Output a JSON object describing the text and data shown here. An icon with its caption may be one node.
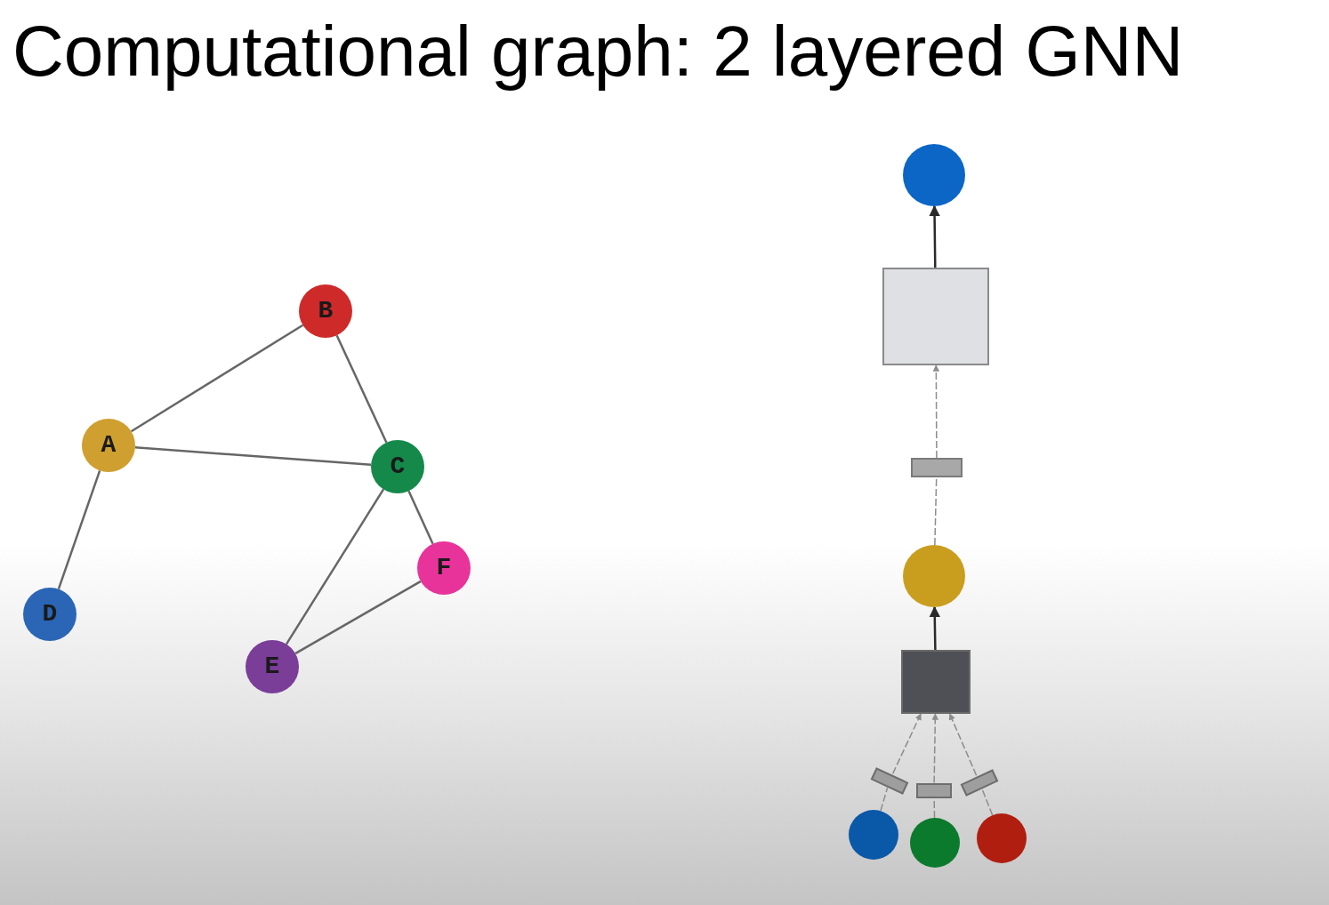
{
  "diagram": {
    "title": "Computational graph: 2 layered GNN",
    "nodes": [
      {
        "text": [
          "B"
        ]
      },
      {
        "text": [
          "A"
        ]
      },
      {
        "text": [
          "C"
        ]
      },
      {
        "text": [
          "F"
        ]
      },
      {
        "text": [
          "D"
        ]
      },
      {
        "text": [
          "E"
        ]
      },
      {
        "text": [],
        "shape": "circle"
      },
      {
        "text": [],
        "shape": "box"
      },
      {
        "text": [],
        "shape": "bar"
      },
      {
        "text": [],
        "shape": "circle"
      },
      {
        "text": [],
        "shape": "box"
      },
      {
        "text": [],
        "shape": "bar"
      },
      {
        "text": [],
        "shape": "bar"
      },
      {
        "text": [],
        "shape": "bar"
      },
      {
        "text": [],
        "shape": "circle"
      },
      {
        "text": [],
        "shape": "circle"
      },
      {
        "text": [],
        "shape": "circle"
      }
    ],
    "edges": [
      {
        "from": 1,
        "to": 0,
        "arrow": "none"
      },
      {
        "from": 0,
        "to": 2,
        "arrow": "none"
      },
      {
        "from": 1,
        "to": 2,
        "arrow": "none"
      },
      {
        "from": 1,
        "to": 4,
        "arrow": "none"
      },
      {
        "from": 2,
        "to": 5,
        "arrow": "none"
      },
      {
        "from": 2,
        "to": 3,
        "arrow": "none"
      },
      {
        "from": 5,
        "to": 3,
        "arrow": "none"
      },
      {
        "from": 7,
        "to": 6,
        "arrow": "to",
        "color": "#2a2a2a"
      },
      {
        "from": 9,
        "to": 8,
        "arrow": "none",
        "style": "dashed"
      },
      {
        "from": 8,
        "to": 7,
        "arrow": "to",
        "style": "dashed"
      },
      {
        "from": 10,
        "to": 9,
        "arrow": "to",
        "color": "#2a2a2a"
      },
      {
        "from": 14,
        "to": 11,
        "arrow": "none",
        "style": "dashed"
      },
      {
        "from": 11,
        "to": 10,
        "arrow": "to",
        "style": "dashed"
      },
      {
        "from": 15,
        "to": 12,
        "arrow": "none",
        "style": "dashed"
      },
      {
        "from": 12,
        "to": 10,
        "arrow": "to",
        "style": "dashed"
      },
      {
        "from": 16,
        "to": 13,
        "arrow": "none",
        "style": "dashed"
      },
      {
        "from": 13,
        "to": 10,
        "arrow": "to",
        "style": "dashed"
      }
    ]
  }
}
